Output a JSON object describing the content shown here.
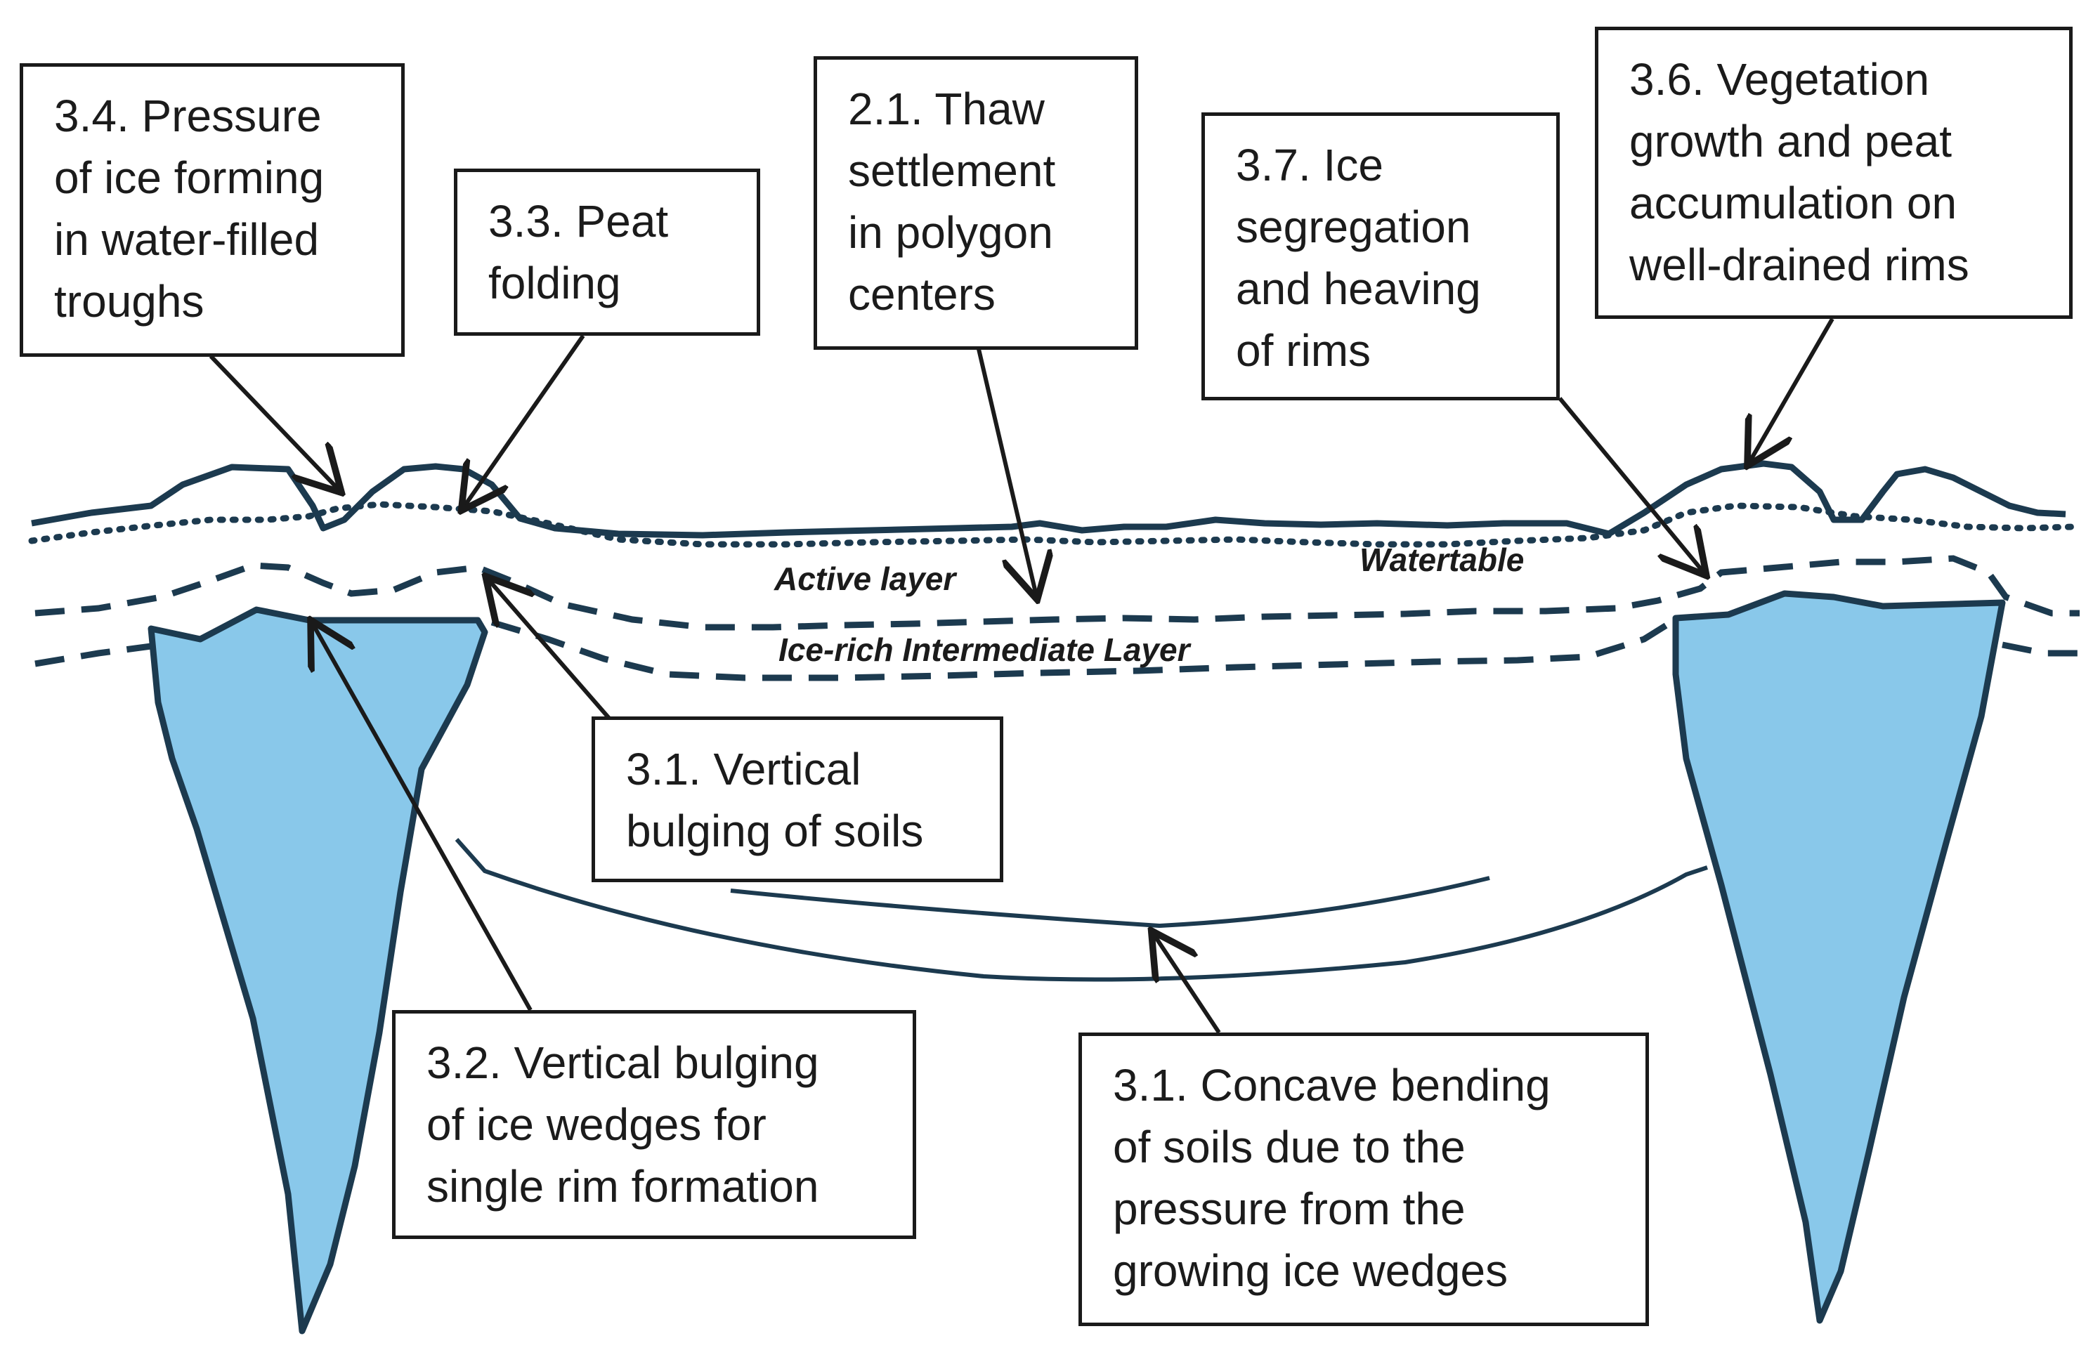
{
  "colors": {
    "ice": "#89c8ea",
    "line": "#1c3a4f",
    "box_border": "#1a1a1a",
    "text": "#1b1b1b"
  },
  "callouts": {
    "ice_pressure": "3.4. Pressure\nof ice forming\nin water-filled\ntroughs",
    "peat_folding": "3.3. Peat\nfolding",
    "thaw_settlement": "2.1. Thaw\nsettlement\nin polygon\ncenters",
    "ice_segregation": "3.7. Ice\nsegregation\nand heaving\nof rims",
    "vegetation_growth": "3.6. Vegetation\ngrowth and peat\naccumulation on\nwell-drained rims",
    "vertical_bulging_soils": "3.1. Vertical\nbulging of soils",
    "vertical_bulging_wedges": "3.2. Vertical bulging\nof ice wedges for\nsingle rim formation",
    "concave_bending": "3.1. Concave bending\nof soils due to the\npressure from the\ngrowing ice wedges"
  },
  "layers": {
    "active_layer": "Active layer",
    "watertable": "Watertable",
    "intermediate_layer": "Ice-rich Intermediate Layer"
  }
}
